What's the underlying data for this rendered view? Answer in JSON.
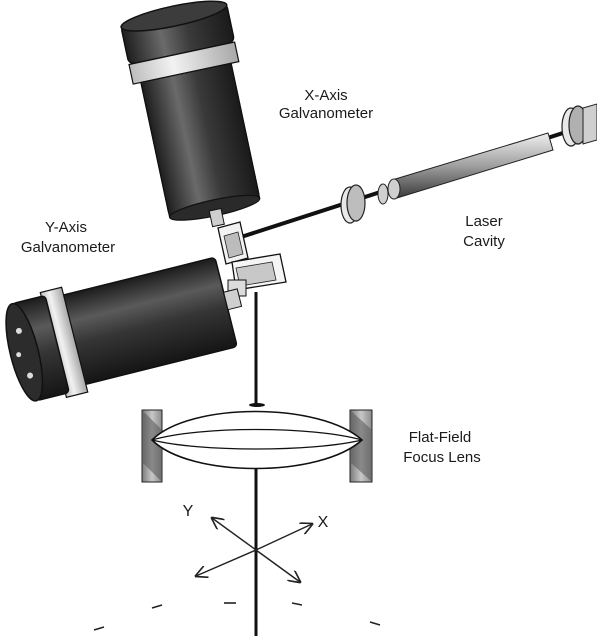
{
  "labels": {
    "x_galvo_line1": "X-Axis",
    "x_galvo_line2": "Galvanometer",
    "y_galvo_line1": "Y-Axis",
    "y_galvo_line2": "Galvanometer",
    "laser_line1": "Laser",
    "laser_line2": "Cavity",
    "lens_line1": "Flat-Field",
    "lens_line2": "Focus Lens",
    "axis_y": "Y",
    "axis_x": "X"
  },
  "colors": {
    "motor_dark": "#2b2b2b",
    "motor_mid": "#555555",
    "metal_light": "#d9d9d9",
    "outline": "#111111",
    "mount_gray": "#9a9a9a"
  }
}
